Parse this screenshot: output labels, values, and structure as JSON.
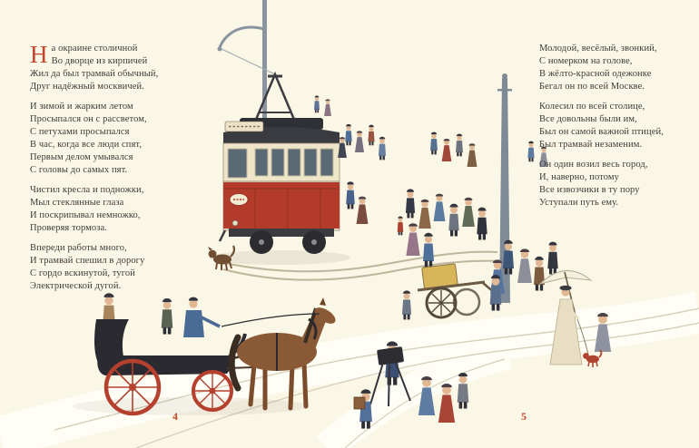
{
  "colors": {
    "background": "#fbf7e6",
    "text": "#3d3b38",
    "accent_red": "#c4452f",
    "tram_red": "#b23b2b",
    "tram_cream": "#efe5c9"
  },
  "left_page": {
    "page_number": "4",
    "drop_cap": "Н",
    "stanzas": [
      {
        "lines": [
          "а окраине столичной",
          "Во дворце из кирпичей",
          "Жил да был трамвай обычный,",
          "Друг надёжный москвичей."
        ]
      },
      {
        "lines": [
          "И зимой и жарким летом",
          "Просыпался он с рассветом,",
          "С петухами просыпался",
          "В час, когда все люди спят,",
          "Первым делом умывался",
          "С головы до самых пят."
        ]
      },
      {
        "lines": [
          "Чистил кресла и подножки,",
          "Мыл стеклянные глаза",
          "И поскрипывал немножко,",
          "Проверяя тормоза."
        ]
      },
      {
        "lines": [
          "Впереди работы много,",
          "И трамвай спешил в дорогу",
          "С гордо вскинутой, тугой",
          "Электрической дугой."
        ]
      }
    ]
  },
  "right_page": {
    "page_number": "5",
    "stanzas": [
      {
        "lines": [
          "Молодой, весёлый, звонкий,",
          "С номерком на голове,",
          "В жёлто-красной одежонке",
          "Бегал он по всей Москве."
        ]
      },
      {
        "lines": [
          "Колесил по всей столице,",
          "Все довольны были им,",
          "Был он самой важной птицей,",
          "Был трамвай незаменим."
        ]
      },
      {
        "lines": [
          "Он один возил весь город,",
          "И, наверно, потому",
          "Все извозчики в ту пору",
          "Уступали путь ему."
        ]
      }
    ]
  }
}
